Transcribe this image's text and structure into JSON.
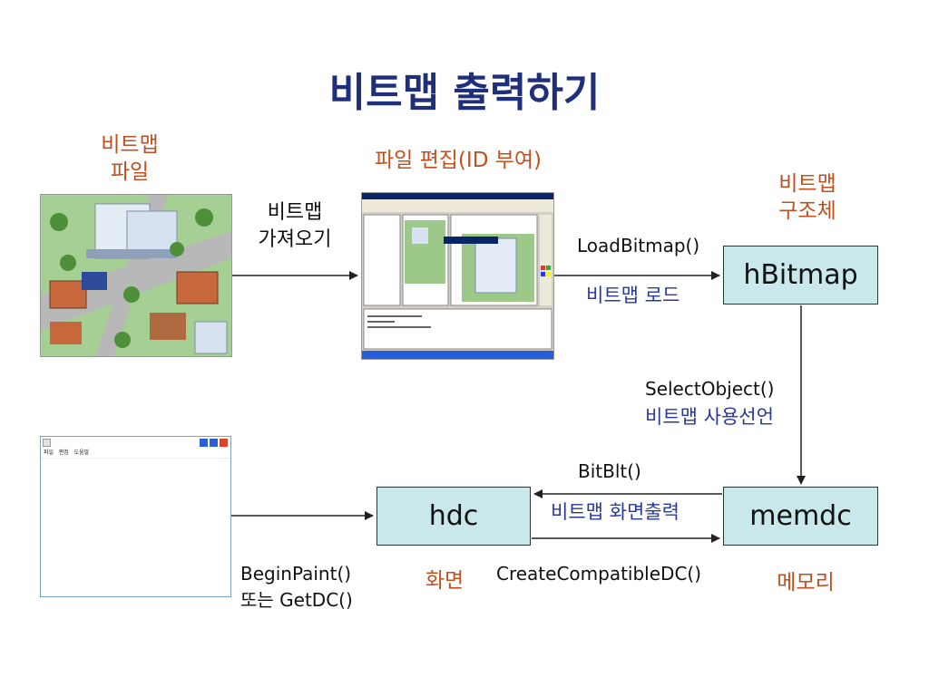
{
  "title": "비트맵 출력하기",
  "labels": {
    "bitmap_file": [
      "비트맵",
      "파일"
    ],
    "file_edit": "파일 편집(ID 부여)",
    "bitmap_struct": [
      "비트맵",
      "구조체"
    ],
    "get_bitmap": [
      "비트맵",
      "가져오기"
    ],
    "load_bitmap": "LoadBitmap()",
    "bitmap_load": "비트맵 로드",
    "select_object": "SelectObject()",
    "bitmap_use": "비트맵 사용선언",
    "bitblt": "BitBlt()",
    "bitmap_screen_out": "비트맵 화면출력",
    "create_dc": "CreateCompatibleDC()",
    "begin_paint": [
      "BeginPaint()",
      "또는 GetDC()"
    ],
    "screen": "화면",
    "memory": "메모리"
  },
  "boxes": {
    "hbitmap": "hBitmap",
    "hdc": "hdc",
    "memdc": "memdc"
  },
  "window_menu": [
    "파일",
    "편집",
    "도움말"
  ],
  "colors": {
    "title": "#1f2f7a",
    "orange": "#c0501f",
    "blue": "#2a3a9a",
    "box_fill": "#c8e8ec"
  }
}
